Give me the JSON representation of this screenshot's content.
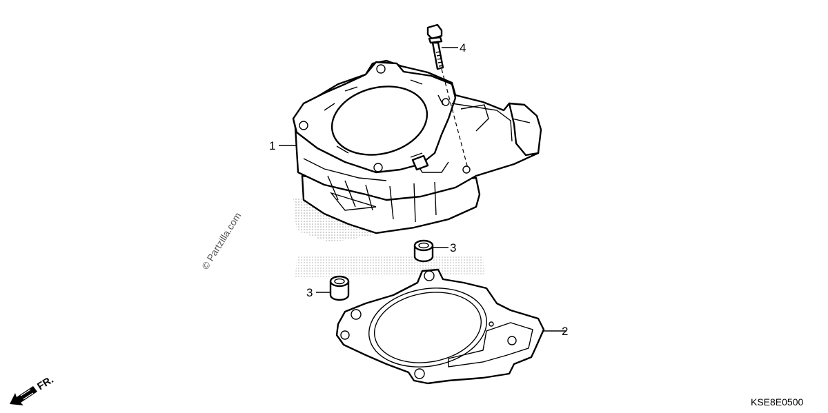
{
  "watermark": "© Partzilla.com",
  "diagram_code": "KSE8E0500",
  "front_indicator": "FR.",
  "callouts": {
    "cylinder": "1",
    "gasket": "2",
    "dowel_right": "3",
    "dowel_left": "3",
    "bolt": "4"
  }
}
